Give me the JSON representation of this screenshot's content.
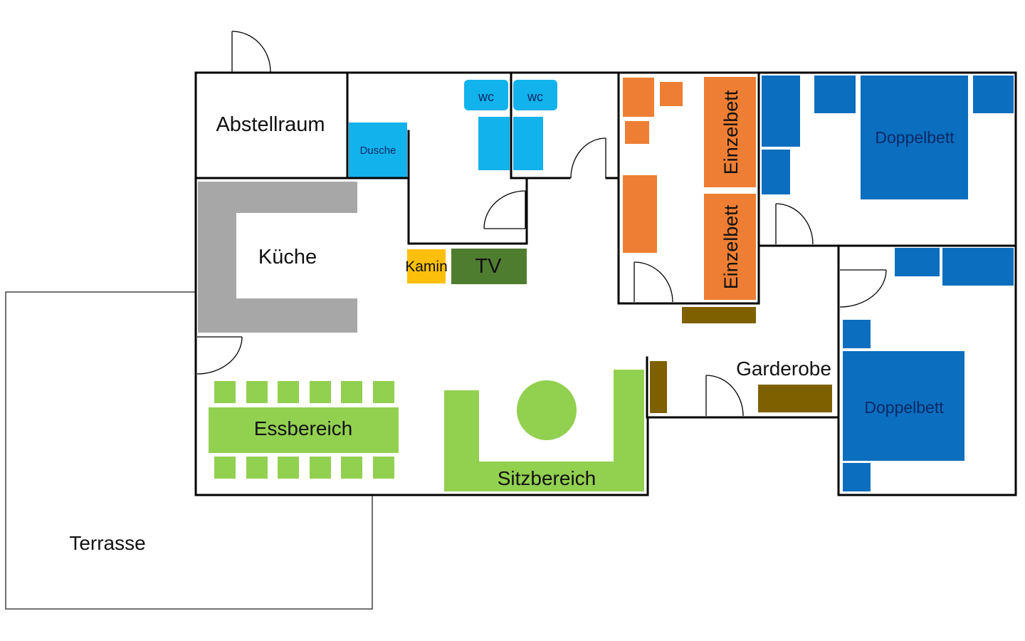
{
  "labels": {
    "abstellraum": "Abstellraum",
    "dusche": "Dusche",
    "wc1": "wc",
    "wc2": "wc",
    "einzelbett1": "Einzelbett",
    "einzelbett2": "Einzelbett",
    "doppelbett1": "Doppelbett",
    "doppelbett2": "Doppelbett",
    "kueche": "Küche",
    "kamin": "Kamin",
    "tv": "TV",
    "garderobe": "Garderobe",
    "essbereich": "Essbereich",
    "sitzbereich": "Sitzbereich",
    "terrasse": "Terrasse"
  },
  "colors": {
    "wall": "#000000",
    "terrace_outline": "#333333",
    "bathroom": "#12b2ec",
    "orange_furniture": "#ee7e33",
    "blue_furniture": "#0b6ebf",
    "dark_blue_text": "#0a2a66",
    "kitchen_grey": "#a7a7a7",
    "kamin_yellow": "#fcbf0c",
    "tv_green": "#4f7d30",
    "table_green": "#92d050",
    "wardrobe_brown": "#7f6000"
  }
}
